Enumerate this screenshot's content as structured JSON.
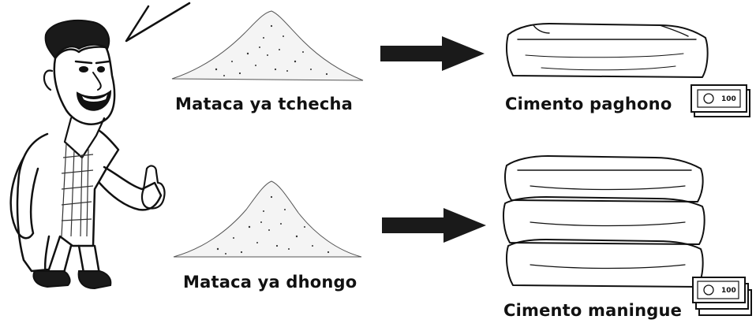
{
  "illustration": {
    "rows": [
      {
        "sand_label": "Mataca ya tchecha",
        "cement_label": "Cimento paghono",
        "cement_bags": 1
      },
      {
        "sand_label": "Mataca ya dhongo",
        "cement_label": "Cimento maningue",
        "cement_bags": 3
      }
    ],
    "icons": [
      "man-pointing-icon",
      "speech-bubble-icon",
      "sand-pile-icon",
      "arrow-right-icon",
      "cement-bag-icon",
      "money-notes-icon"
    ]
  }
}
